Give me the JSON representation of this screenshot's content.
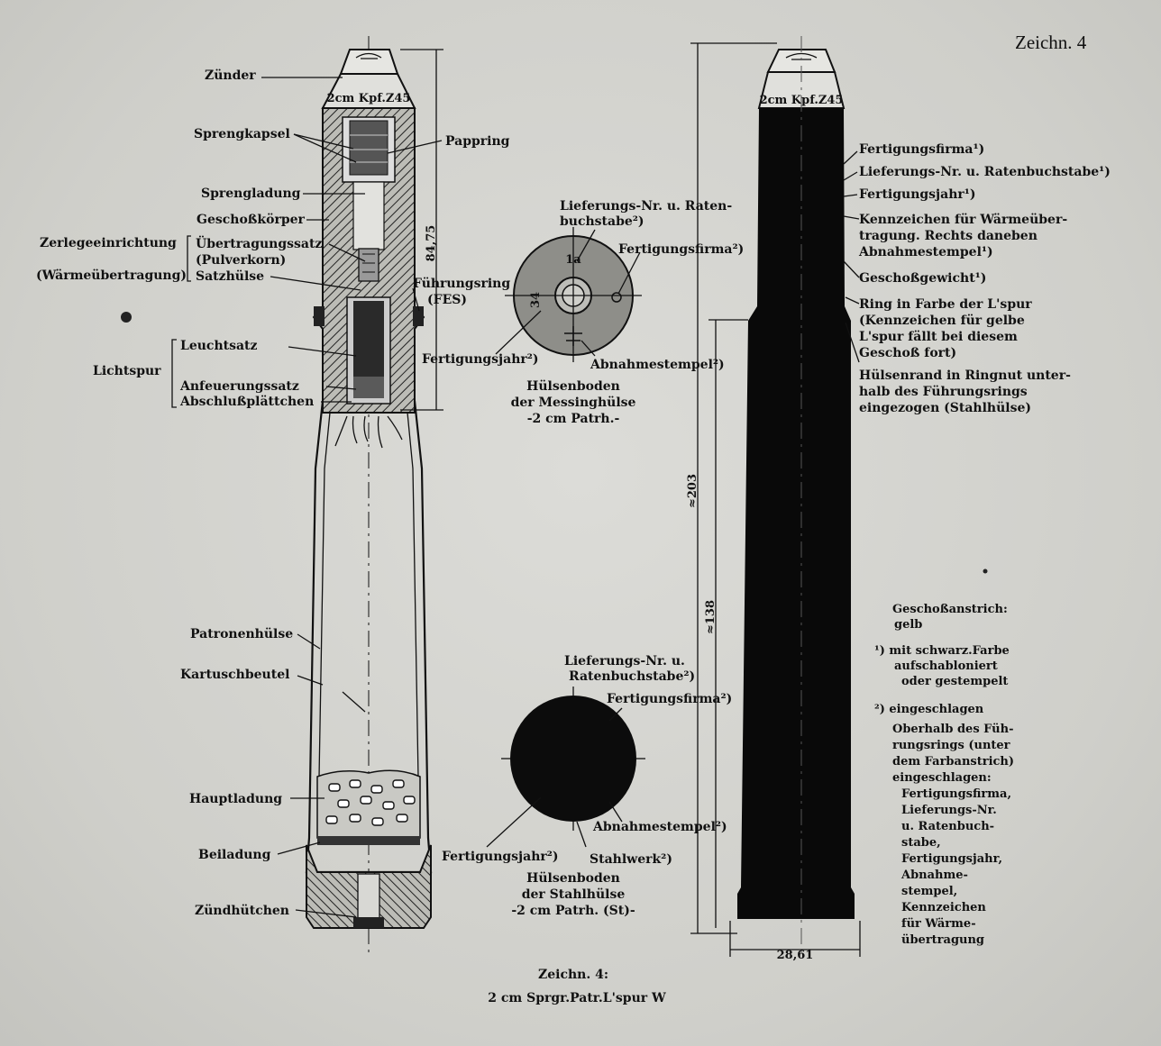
{
  "sheet_label": "Zeichn. 4",
  "caption": {
    "line1": "Zeichn. 4:",
    "line2": "2 cm Sprgr.Patr.L'spur W"
  },
  "fuze_marking": "2cm Kpf.Z45",
  "left_labels": {
    "zuender": "Zünder",
    "sprengkapsel": "Sprengkapsel",
    "pappring": "Pappring",
    "sprengladung": "Sprengladung",
    "geschosskoerper": "Geschoßkörper",
    "zerlegeeinrichtung": "Zerlegeeinrichtung",
    "waermeuebertragung": "(Wärmeübertragung)",
    "uebertragungssatz": "Übertragungssatz",
    "pulverkorn": "(Pulverkorn)",
    "satzhuelse": "Satzhülse",
    "fuehrungsring": "Führungsring",
    "fes": "(FES)",
    "leuchtsatz": "Leuchtsatz",
    "lichtspur": "Lichtspur",
    "anfeuerungssatz": "Anfeuerungssatz",
    "abschlussplaettchen": "Abschlußplättchen",
    "patronenhuelse": "Patronenhülse",
    "kartuschbeutel": "Kartuschbeutel",
    "hauptladung": "Hauptladung",
    "beiladung": "Beiladung",
    "zuendhuetchen": "Zündhütchen"
  },
  "dimensions": {
    "d1": "84,75",
    "d2": "≈203",
    "d3": "≈138",
    "d4": "28,61"
  },
  "brass_base": {
    "lief_line1": "Lieferungs-Nr. u. Raten-",
    "lief_line2": "buchstabe²)",
    "firma": "Fertigungsfirma²)",
    "jahr": "Fertigungsjahr²)",
    "abnahme": "Abnahmestempel²)",
    "caption1": "Hülsenboden",
    "caption2": "der Messinghülse",
    "caption3": "-2 cm Patrh.-",
    "mark_top": "1a",
    "mark_left": "34"
  },
  "steel_base": {
    "lief_line1": "Lieferungs-Nr. u.",
    "lief_line2": "Ratenbuchstabe²)",
    "firma": "Fertigungsfirma²)",
    "abnahme": "Abnahmestempel²)",
    "jahr": "Fertigungsjahr²)",
    "stahlwerk": "Stahlwerk²)",
    "caption1": "Hülsenboden",
    "caption2": "der Stahlhülse",
    "caption3": "-2 cm Patrh. (St)-"
  },
  "right_labels": {
    "r1": "Fertigungsfirma¹)",
    "r2": "Lieferungs-Nr. u. Ratenbuchstabe¹)",
    "r3": "Fertigungsjahr¹)",
    "r4a": "Kennzeichen für Wärmeüber-",
    "r4b": "tragung. Rechts daneben",
    "r4c": "Abnahmestempel¹)",
    "r5": "Geschoßgewicht¹)",
    "r6a": "Ring in Farbe der L'spur",
    "r6b": "(Kennzeichen für gelbe",
    "r6c": "L'spur fällt bei diesem",
    "r6d": "Geschoß fort)",
    "r7a": "Hülsenrand in Ringnut unter-",
    "r7b": "halb des Führungsrings",
    "r7c": "eingezogen (Stahlhülse)"
  },
  "notes": {
    "n1": "Geschoßanstrich:",
    "n2": "gelb",
    "n3": "¹)  mit schwarz.Farbe",
    "n4": "aufschabloniert",
    "n5": "oder gestempelt",
    "n6": "²)  eingeschlagen",
    "n7": "Oberhalb des Füh-",
    "n8": "rungsrings (unter",
    "n9": "dem Farbanstrich)",
    "n10": "eingeschlagen:",
    "n11": "Fertigungsfirma,",
    "n12": "Lieferungs-Nr.",
    "n13": "u.    Ratenbuch-",
    "n14": "stabe,",
    "n15": "Fertigungsjahr,",
    "n16": "Abnahme-",
    "n17": "stempel,",
    "n18": "Kennzeichen",
    "n19": "für Wärme-",
    "n20": "übertragung"
  }
}
